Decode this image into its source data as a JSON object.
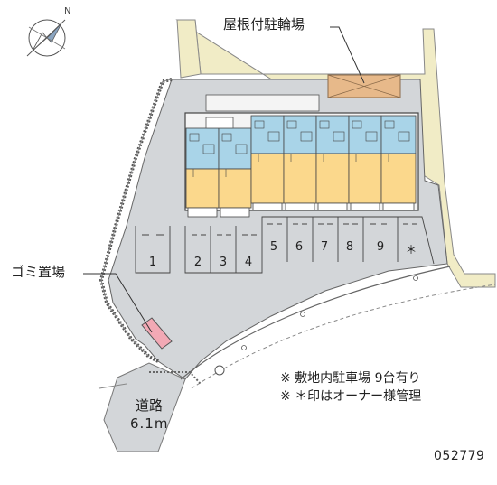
{
  "labels": {
    "roof_bicycle_parking": "屋根付駐輪場",
    "garbage_area": "ゴミ置場",
    "road": "道路",
    "road_width": "6.1m",
    "note_parking": "※ 敷地内駐車場 9台有り",
    "note_owner": "※ ＊印はオーナー様管理",
    "property_code": "052779",
    "compass_north": "N"
  },
  "parking_slots": [
    {
      "label": "1"
    },
    {
      "label": "2"
    },
    {
      "label": "3"
    },
    {
      "label": "4"
    },
    {
      "label": "5"
    },
    {
      "label": "6"
    },
    {
      "label": "7"
    },
    {
      "label": "8"
    },
    {
      "label": "9"
    },
    {
      "label": "＊"
    }
  ],
  "colors": {
    "site_fill": "#d3d6d9",
    "sidewalk_fill": "#f1ecc6",
    "building_floor": "#fbd88c",
    "building_water": "#a9d4e8",
    "bicycle_roof": "#e7b98a",
    "garbage_box": "#f2a9b5",
    "line": "#555555"
  }
}
